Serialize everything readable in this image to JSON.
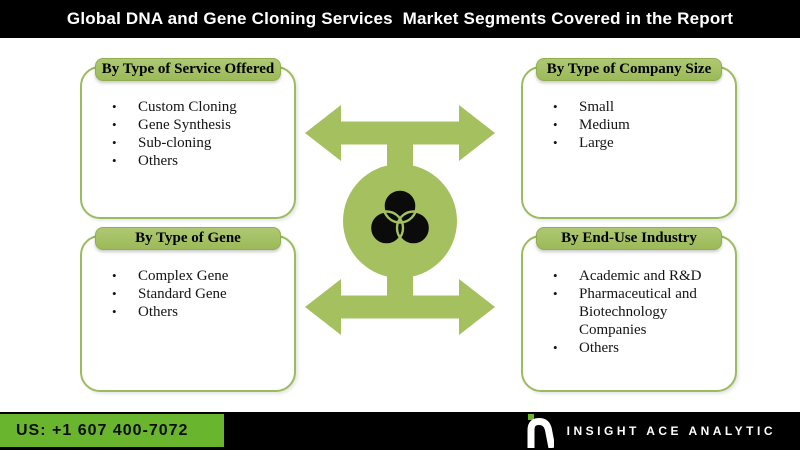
{
  "title": "Global DNA and Gene Cloning Services  Market Segments Covered in the Report",
  "colors": {
    "accent_green": "#a4c05f",
    "box_border_green": "#9cbb5e",
    "footer_green": "#6ab52e",
    "bar_black": "#000000"
  },
  "boxes": [
    {
      "title": "By Type of Service Offered",
      "items": [
        "Custom Cloning",
        "Gene Synthesis",
        "Sub-cloning",
        "Others"
      ]
    },
    {
      "title": "By Type of Company Size",
      "items": [
        "Small",
        "Medium",
        "Large"
      ]
    },
    {
      "title": "By Type of Gene",
      "items": [
        "Complex Gene",
        "Standard Gene",
        "Others"
      ]
    },
    {
      "title": "By End-Use Industry",
      "items": [
        "Academic and R&D",
        "Pharmaceutical and Biotechnology Companies",
        "Others"
      ]
    }
  ],
  "center": {
    "icon": "venn-diagram-icon"
  },
  "footer": {
    "phone": "US: +1 607 400-7072",
    "brand": "INSIGHT ACE ANALYTIC"
  }
}
